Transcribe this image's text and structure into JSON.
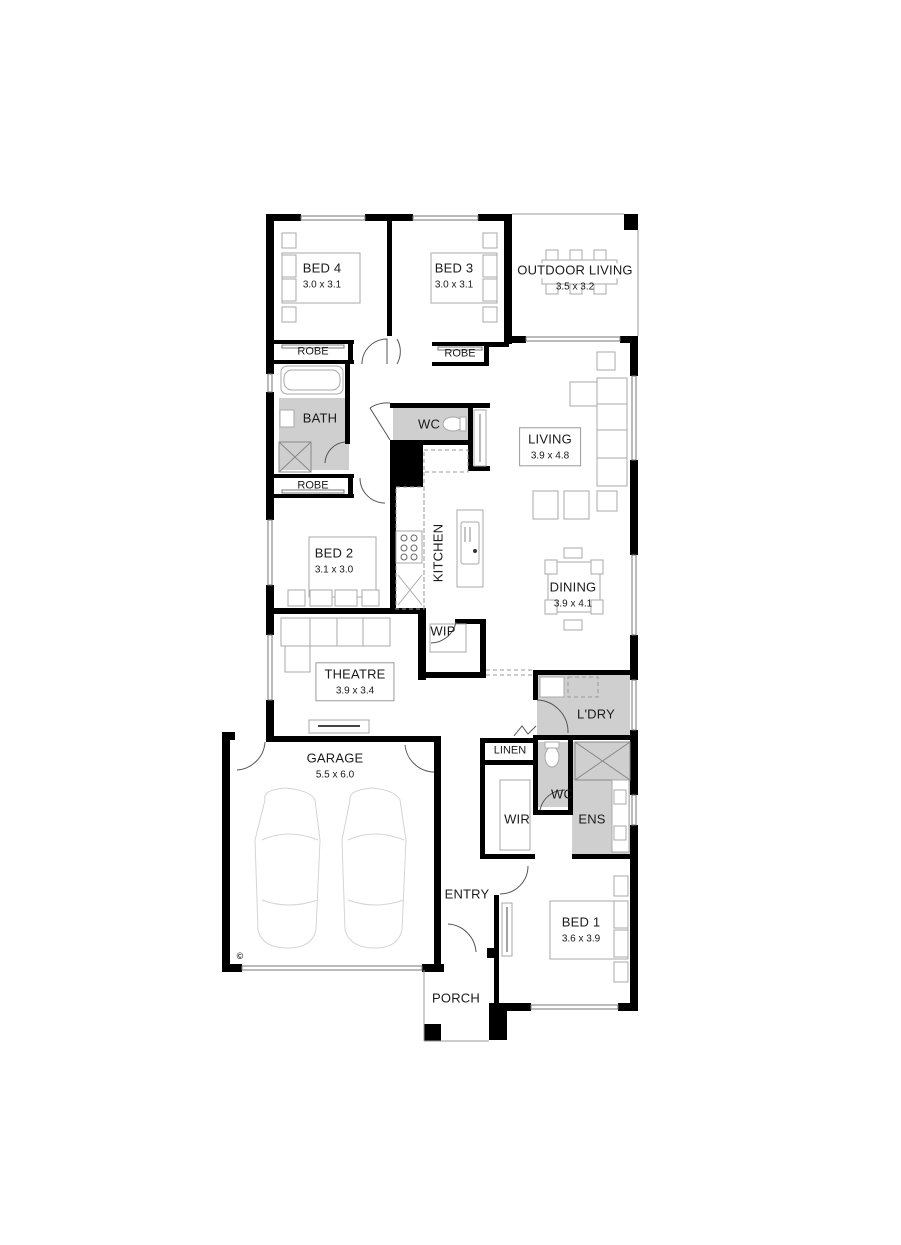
{
  "plan": {
    "colors": {
      "wall": "#000000",
      "wet_area": "#cfcfcf",
      "fixture_line": "#a8a8a8"
    },
    "rooms": [
      {
        "id": "bed4",
        "name": "BED 4",
        "dims": "3.0 x 3.1"
      },
      {
        "id": "bed3",
        "name": "BED 3",
        "dims": "3.0 x 3.1"
      },
      {
        "id": "outdoor",
        "name": "OUTDOOR LIVING",
        "dims": "3.5 x 3.2"
      },
      {
        "id": "robe4",
        "name": "ROBE"
      },
      {
        "id": "robe3",
        "name": "ROBE"
      },
      {
        "id": "bath",
        "name": "BATH"
      },
      {
        "id": "wc1",
        "name": "WC"
      },
      {
        "id": "living",
        "name": "LIVING",
        "dims": "3.9 x 4.8"
      },
      {
        "id": "robe2",
        "name": "ROBE"
      },
      {
        "id": "bed2",
        "name": "BED 2",
        "dims": "3.1 x 3.0"
      },
      {
        "id": "kitchen",
        "name": "KITCHEN"
      },
      {
        "id": "dining",
        "name": "DINING",
        "dims": "3.9 x 4.1"
      },
      {
        "id": "wip",
        "name": "WIP"
      },
      {
        "id": "theatre",
        "name": "THEATRE",
        "dims": "3.9 x 3.4"
      },
      {
        "id": "ldry",
        "name": "L'DRY"
      },
      {
        "id": "linen",
        "name": "LINEN"
      },
      {
        "id": "garage",
        "name": "GARAGE",
        "dims": "5.5 x 6.0"
      },
      {
        "id": "wc2",
        "name": "WC"
      },
      {
        "id": "wir",
        "name": "WIR"
      },
      {
        "id": "ens",
        "name": "ENS"
      },
      {
        "id": "entry",
        "name": "ENTRY"
      },
      {
        "id": "bed1",
        "name": "BED 1",
        "dims": "3.6 x 3.9"
      },
      {
        "id": "porch",
        "name": "PORCH"
      }
    ],
    "copyright_symbol": "©"
  }
}
